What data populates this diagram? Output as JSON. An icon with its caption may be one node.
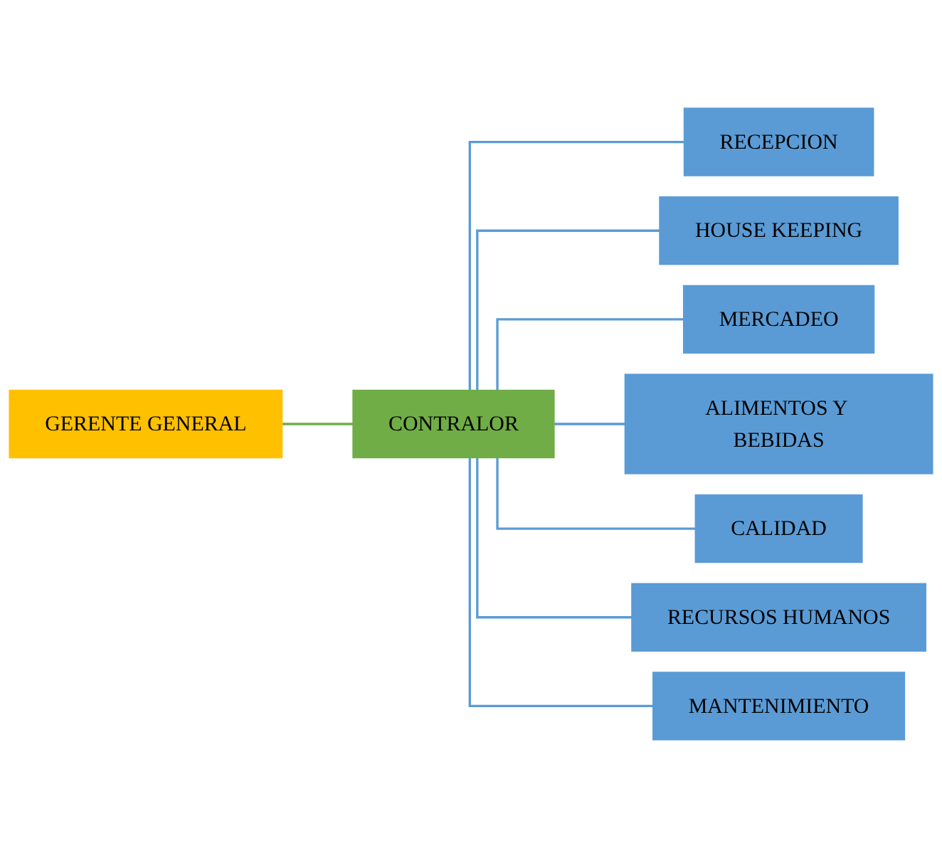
{
  "diagram": {
    "nodes": [
      {
        "text": [
          "GERENTE GENERAL"
        ]
      },
      {
        "text": [
          "CONTRALOR"
        ]
      },
      {
        "text": [
          "RECEPCION"
        ]
      },
      {
        "text": [
          "HOUSE KEEPING"
        ]
      },
      {
        "text": [
          "MERCADEO"
        ]
      },
      {
        "text": [
          "ALIMENTOS Y BEBIDAS"
        ]
      },
      {
        "text": [
          "CALIDAD"
        ]
      },
      {
        "text": [
          "RECURSOS HUMANOS"
        ]
      },
      {
        "text": [
          "MANTENIMIENTO"
        ]
      }
    ],
    "edges": [
      {
        "from": 0,
        "to": 1,
        "arrow": "none",
        "color": "#70ad47"
      },
      {
        "from": 1,
        "to": 2,
        "arrow": "none"
      },
      {
        "from": 1,
        "to": 3,
        "arrow": "none"
      },
      {
        "from": 1,
        "to": 4,
        "arrow": "none"
      },
      {
        "from": 1,
        "to": 5,
        "arrow": "none"
      },
      {
        "from": 1,
        "to": 6,
        "arrow": "none"
      },
      {
        "from": 1,
        "to": 7,
        "arrow": "none"
      },
      {
        "from": 1,
        "to": 8,
        "arrow": "none"
      }
    ]
  }
}
